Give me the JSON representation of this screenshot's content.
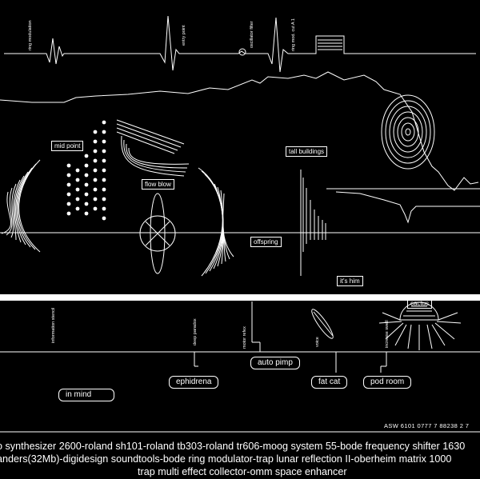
{
  "upper_labels": {
    "ring_modulation": "ring modulation",
    "entry_point": "entry point",
    "oscillator_filter": "oscillator filter",
    "ring_mod_cut": "ring mod. cut A 1",
    "mid_point": "mid point",
    "tall_buildings": "tall buildings",
    "flow_blow": "flow blow",
    "offspring": "offspring",
    "its_him": "it's him"
  },
  "lower_labels": {
    "information_stencil": "information stencil",
    "deep_paradox": "deep paradox",
    "motor_refex": "motor refex",
    "voice": "voice",
    "increase_swell": "increase swell",
    "cactus": "cactus",
    "auto_pimp": "auto pimp",
    "ephidrena": "ephidrena",
    "fat_cat": "fat cat",
    "pod_room": "pod room",
    "in_mind": "in mind"
  },
  "catalog": "ASW 6101    0777 7 88238 2 7",
  "credits": [
    "o synthesizer 2600-roland sh101-roland tb303-roland tr606-moog system 55-bode frequency shifter 1630",
    "anders(32Mb)-digidesign soundtools-bode ring modulator-trap lunar reflection II-oberheim matrix 1000",
    "trap multi effect collector-omm space enhancer"
  ],
  "colors": {
    "background": "#000000",
    "ink": "#ffffff"
  }
}
